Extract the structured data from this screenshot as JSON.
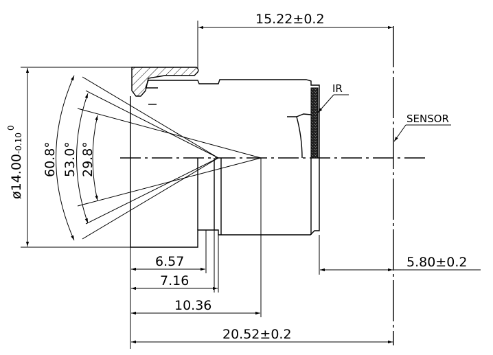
{
  "drawing": {
    "dimensions": {
      "overall_top": "15.22±0.2",
      "diameter_main": "ø14.00",
      "diameter_upper_tol": "0",
      "diameter_lower_tol": "-0.10",
      "d1": "6.57",
      "d2": "7.16",
      "d3": "10.36",
      "total_length": "20.52±0.2",
      "back_focal": "5.80±0.2"
    },
    "angles": {
      "a1": "60.8°",
      "a2": "53.0°",
      "a3": "29.8°"
    },
    "labels": {
      "ir": "IR",
      "sensor": "SENSOR"
    }
  }
}
